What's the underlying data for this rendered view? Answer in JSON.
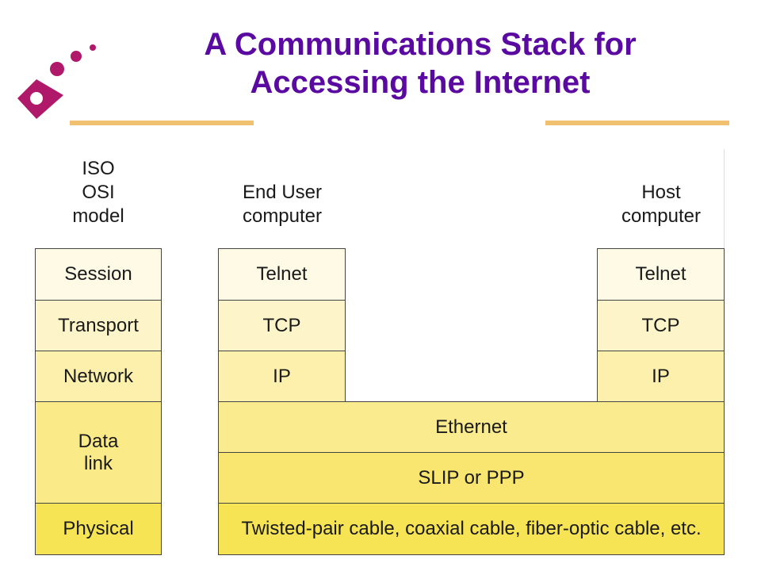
{
  "title": {
    "line1": "A Communications Stack for",
    "line2": "Accessing the Internet"
  },
  "colors": {
    "title": "#5a0aa0",
    "logo": "#b0186a",
    "rule": "#f0c070",
    "layer_top": "#fefae8",
    "layer_bottom": "#f6e44a"
  },
  "osi": {
    "heading": [
      "ISO",
      "OSI",
      "model"
    ],
    "layers": [
      "Session",
      "Transport",
      "Network",
      "Data link",
      "Physical"
    ]
  },
  "end_user": {
    "heading": [
      "End User",
      "computer"
    ],
    "layers": [
      "Telnet",
      "TCP",
      "IP"
    ]
  },
  "host": {
    "heading": [
      "Host",
      "computer"
    ],
    "layers": [
      "Telnet",
      "TCP",
      "IP"
    ]
  },
  "shared": {
    "ethernet": "Ethernet",
    "slip_ppp": "SLIP or PPP",
    "physical": "Twisted-pair cable, coaxial cable, fiber-optic cable, etc."
  }
}
